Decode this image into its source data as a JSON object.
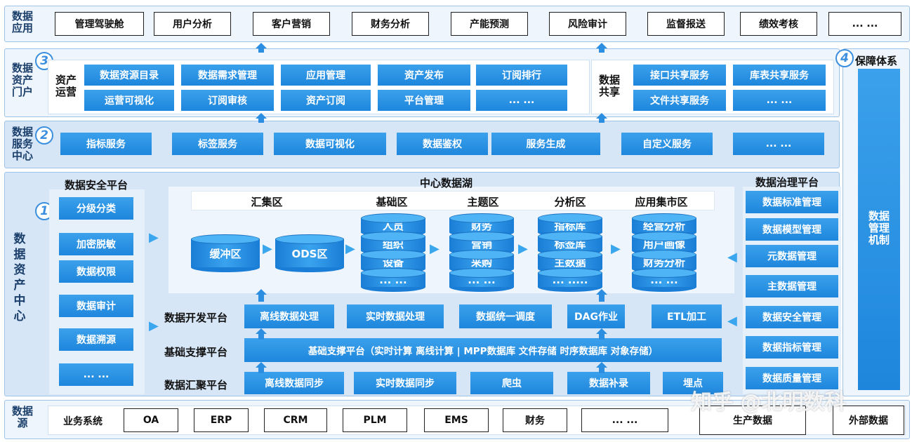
{
  "data_app": {
    "label": "数据\n应用",
    "items": [
      "管理驾驶舱",
      "用户分析",
      "客户营销",
      "财务分析",
      "产能预测",
      "风险审计",
      "监督报送",
      "绩效考核",
      "... ..."
    ]
  },
  "portal": {
    "label": "数据\n资产\n门户",
    "num": "3",
    "ops_label": "资产\n运营",
    "ops_row1": [
      "数据资源目录",
      "数据需求管理",
      "应用管理",
      "资产发布",
      "订阅排行"
    ],
    "ops_row2": [
      "运营可视化",
      "订阅审核",
      "资产订阅",
      "平台管理",
      "... ..."
    ],
    "share_label": "数据\n共享",
    "share_row1": [
      "接口共享服务",
      "库表共享服务"
    ],
    "share_row2": [
      "文件共享服务",
      "... ..."
    ]
  },
  "service": {
    "label": "数据\n服务\n中心",
    "num": "2",
    "items": [
      "指标服务",
      "标签服务",
      "数据可视化",
      "数据鉴权",
      "服务生成",
      "自定义服务",
      "... ..."
    ]
  },
  "asset_center": {
    "label": "数\n据\n资\n产\n中\n心",
    "num": "1",
    "security": {
      "title": "数据安全平台",
      "items": [
        "分级分类",
        "加密脱敏",
        "数据权限",
        "数据审计",
        "数据溯源",
        "... ..."
      ]
    },
    "lake": {
      "title": "中心数据湖",
      "zones": [
        "汇集区",
        "基础区",
        "主题区",
        "分析区",
        "应用集市区"
      ],
      "buffer": "缓冲区",
      "ods": "ODS区",
      "base": [
        "人员",
        "组织",
        "设备",
        "... ..."
      ],
      "topic": [
        "财务",
        "营销",
        "采购",
        "... ..."
      ],
      "analysis": [
        "指标库",
        "标签库",
        "主数据",
        "... ....."
      ],
      "mart": [
        "经营分析",
        "用户画像",
        "财务分析",
        "... ..."
      ]
    },
    "dev": {
      "title": "数据开发平台",
      "items": [
        "离线数据处理",
        "实时数据处理",
        "数据统一调度",
        "DAG作业",
        "ETL加工"
      ]
    },
    "infra": {
      "title": "基础支撑平台",
      "text": "基础支撑平台（实时计算 离线计算 | MPP数据库 文件存储 时序数据库 对象存储）"
    },
    "collect": {
      "title": "数据汇聚平台",
      "items": [
        "离线数据同步",
        "实时数据同步",
        "爬虫",
        "数据补录",
        "埋点"
      ]
    },
    "governance": {
      "title": "数据治理平台",
      "items": [
        "数据标准管理",
        "数据模型管理",
        "元数据管理",
        "主数据管理",
        "数据安全管理",
        "数据指标管理",
        "数据质量管理"
      ]
    }
  },
  "source": {
    "label": "数据\n源",
    "business": "业务系统",
    "items": [
      "OA",
      "ERP",
      "CRM",
      "PLM",
      "EMS",
      "财务",
      "... ...",
      "生产数据",
      "外部数据"
    ]
  },
  "guarantee": {
    "num": "4",
    "title": "保障体系",
    "inner": "数据\n管理\n机制"
  },
  "watermark": "知乎 @北明数科",
  "colors": {
    "accent": "#1e86dc",
    "layer_bg": "#d6e6f7",
    "border": "#9ec3e6"
  }
}
